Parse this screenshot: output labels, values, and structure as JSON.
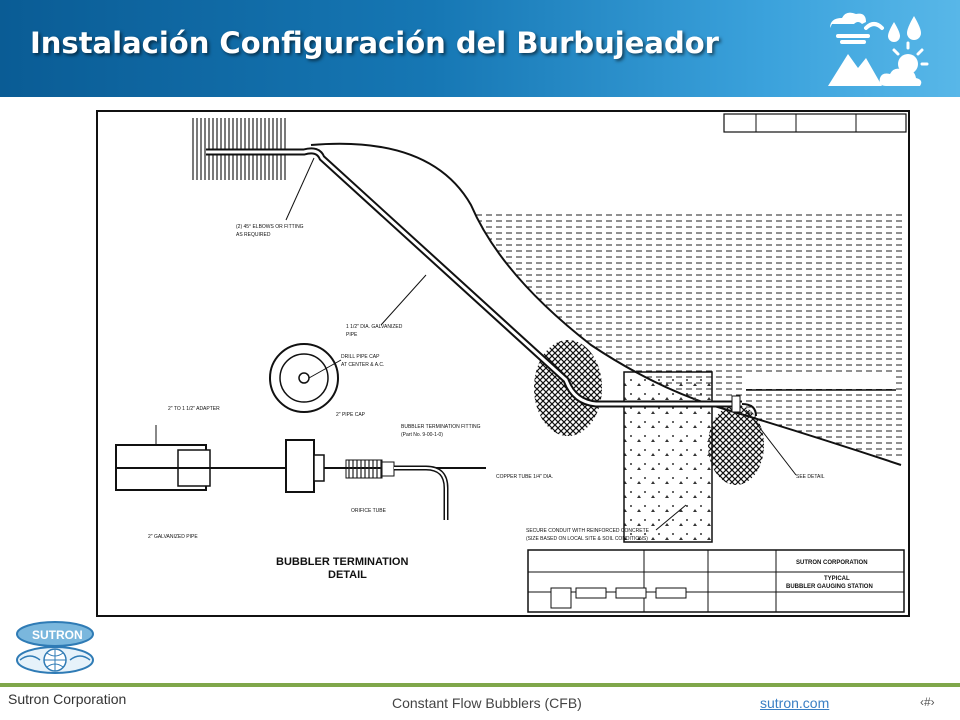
{
  "slide": {
    "title": "Instalación Configuración del Burbujeador"
  },
  "drawing": {
    "detail_title_line1": "BUBBLER TERMINATION",
    "detail_title_line2": "DETAIL",
    "title_block": {
      "company": "SUTRON CORPORATION",
      "line1": "TYPICAL",
      "line2": "BUBBLER GAUGING STATION"
    }
  },
  "footer": {
    "company": "Sutron Corporation",
    "center_text": "Constant Flow Bubblers (CFB)",
    "link_text": "sutron.com",
    "page_number": "‹#›"
  },
  "colors": {
    "header_dark": "#0a5c95",
    "header_light": "#58b7e8",
    "footer_line": "#7fa74a",
    "link": "#3a7fc4"
  }
}
